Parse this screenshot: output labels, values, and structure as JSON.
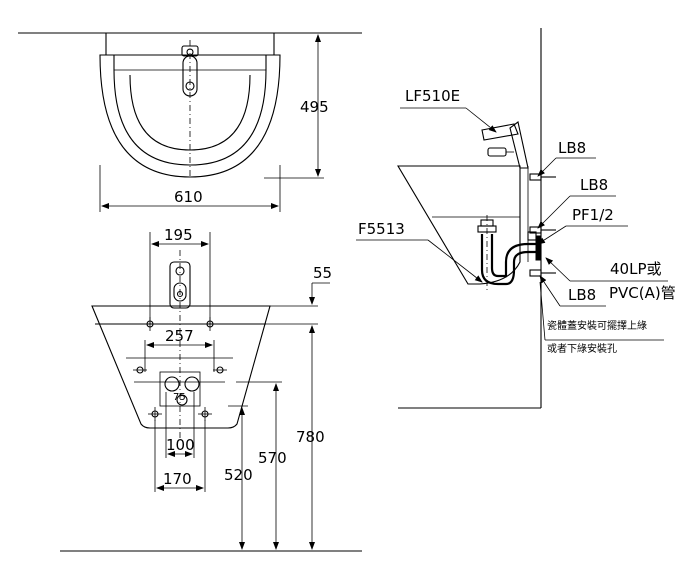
{
  "top_view": {
    "dim_depth": "495",
    "dim_width": "610"
  },
  "front_view": {
    "dim_hole_spacing": "195",
    "dim_rim": "55",
    "dim_bracket_top": "257",
    "dim_center_sq": "75",
    "dim_inner_bottom": "100",
    "dim_outer_bottom": "170",
    "dim_520": "520",
    "dim_570": "570",
    "dim_780": "780"
  },
  "side_view": {
    "faucet_model": "LF510E",
    "basin_model": "F5513",
    "bolt_label_top": "LB8",
    "bolt_label_mid": "LB8",
    "pipe_fitting": "PF1/2",
    "trap_label_line1": "40LP或",
    "trap_label_line2": "PVC(A)管",
    "bolt_label_bottom": "LB8",
    "note_line1": "瓷體蓋安裝可擺擇上綠",
    "note_line2": "或者下綠安裝孔"
  }
}
